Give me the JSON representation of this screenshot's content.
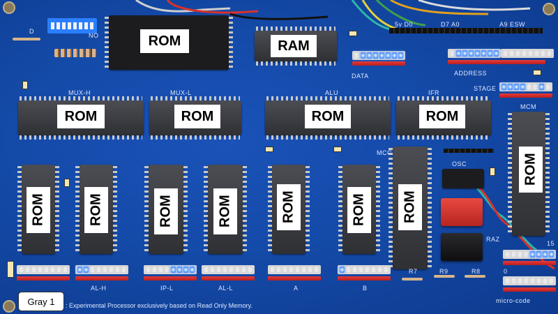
{
  "chip_labels": {
    "rom_top": "ROM",
    "ram_top": "RAM",
    "rom_mux_h": "ROM",
    "rom_mux_l": "ROM",
    "rom_alu": "ROM",
    "rom_ifr": "ROM",
    "rom_mcm": "ROM",
    "rom_b1": "ROM",
    "rom_b2": "ROM",
    "rom_b3": "ROM",
    "rom_b4": "ROM",
    "rom_b5": "ROM",
    "rom_b6": "ROM",
    "rom_b7": "ROM"
  },
  "silkscreen": {
    "d": "D",
    "no": "NO",
    "data": "DATA",
    "address": "ADDRESS",
    "stage": "STAGE",
    "mux_h": "MUX-H",
    "mux_l": "MUX-L",
    "alu": "ALU",
    "ifr": "IFR",
    "mcm": "MCM",
    "mcc": "MCC",
    "osc": "OSC",
    "raz": "RAZ",
    "al_h": "AL-H",
    "ip_l": "IP-L",
    "al_l": "AL-L",
    "a": "A",
    "b": "B",
    "micro_code": "micro-code",
    "n15": "15",
    "n0": "0",
    "header_left": "5v  D0",
    "header_mid": "D7 A0",
    "header_right": "A9 ESW",
    "r7": "R7",
    "r9": "R9",
    "r8": "R8"
  },
  "sticker": {
    "text": "Gray 1"
  },
  "caption": {
    "text": ": Experimental Processor exclusively based on Read Only Memory."
  },
  "leds": {
    "data": [
      0,
      1,
      1,
      1,
      1,
      1,
      1,
      1
    ],
    "address_a": [
      0,
      1,
      1,
      1,
      1,
      1,
      1,
      1
    ],
    "address_b": [
      0,
      0,
      0,
      0,
      0,
      0,
      0,
      0
    ],
    "stage": [
      1,
      1,
      1,
      1,
      0,
      0,
      1,
      0
    ],
    "ip_h": [
      0,
      0,
      0,
      0,
      0,
      0,
      0,
      0
    ],
    "al_h": [
      1,
      1,
      0,
      0,
      0,
      0,
      0,
      0
    ],
    "ip_l": [
      0,
      0,
      0,
      0,
      1,
      1,
      1,
      1
    ],
    "al_l": [
      0,
      0,
      0,
      0,
      0,
      0,
      0,
      0
    ],
    "a": [
      0,
      0,
      0,
      0,
      0,
      0,
      0,
      0
    ],
    "b": [
      1,
      0,
      0,
      0,
      0,
      0,
      0,
      0
    ],
    "micro_code_a": [
      0,
      0,
      0,
      0,
      1,
      1,
      1,
      1
    ],
    "micro_code_b": [
      0,
      0,
      0,
      0,
      0,
      0,
      0,
      0
    ]
  },
  "colors": {
    "board": "#144aa8",
    "led_on": "#5a9bff",
    "button_red": "#d8312c",
    "button_black": "#1a1a1c",
    "dip_switch": "#2a7fff"
  }
}
